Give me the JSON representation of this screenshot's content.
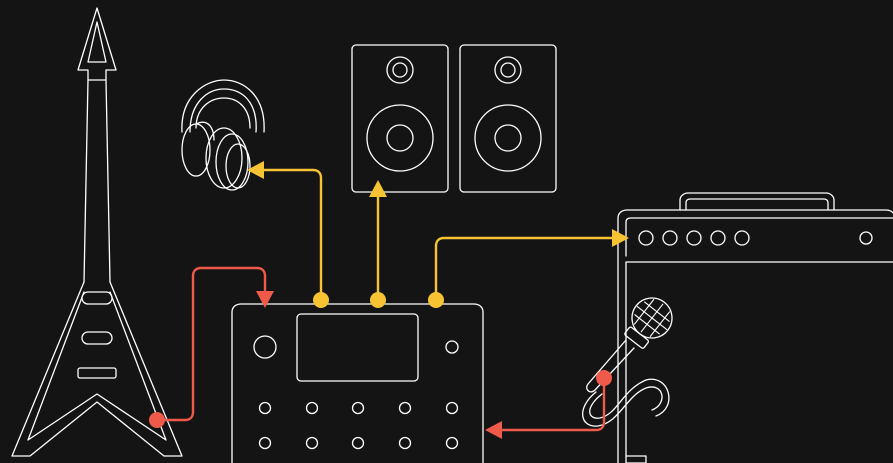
{
  "colors": {
    "background": "#141414",
    "outline": "#ffffff",
    "input_signal": "#f05a4a",
    "output_signal": "#f7c333"
  },
  "diagram": {
    "nodes": [
      {
        "id": "guitar",
        "icon": "electric-guitar-icon"
      },
      {
        "id": "headphones",
        "icon": "headphones-icon"
      },
      {
        "id": "studio-monitors",
        "icon": "speaker-icon"
      },
      {
        "id": "guitar-amplifier",
        "icon": "amplifier-icon"
      },
      {
        "id": "microphone",
        "icon": "microphone-icon"
      },
      {
        "id": "multi-effects-processor",
        "icon": "effects-processor-icon"
      }
    ],
    "connections": [
      {
        "from": "guitar",
        "to": "multi-effects-processor",
        "signal": "input",
        "color": "#f05a4a"
      },
      {
        "from": "microphone",
        "to": "multi-effects-processor",
        "signal": "input",
        "color": "#f05a4a"
      },
      {
        "from": "multi-effects-processor",
        "to": "headphones",
        "signal": "output",
        "color": "#f7c333"
      },
      {
        "from": "multi-effects-processor",
        "to": "studio-monitors",
        "signal": "output",
        "color": "#f7c333"
      },
      {
        "from": "multi-effects-processor",
        "to": "guitar-amplifier",
        "signal": "output",
        "color": "#f7c333"
      }
    ]
  }
}
